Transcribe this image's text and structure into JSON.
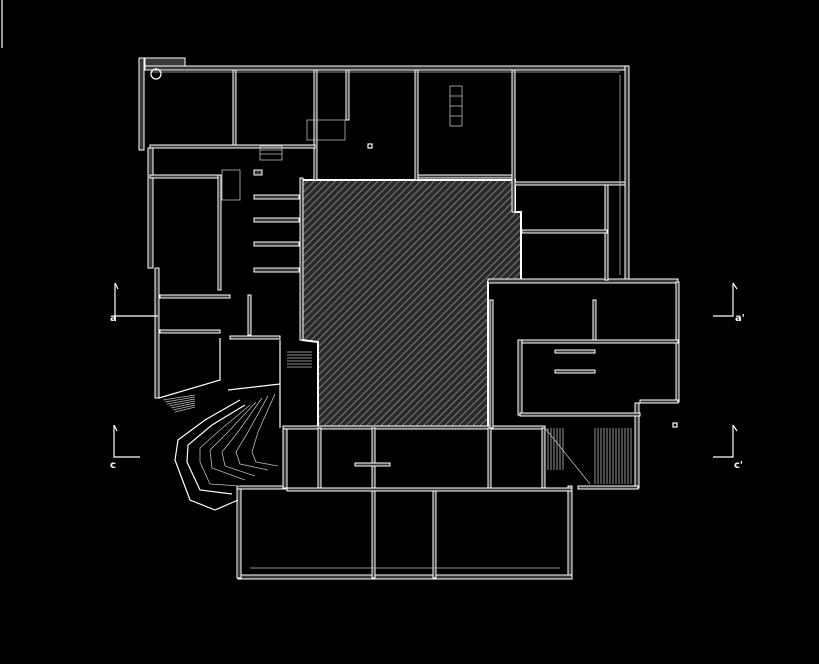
{
  "drawing": {
    "type": "floor-plan",
    "section_markers": [
      {
        "id": "a-left",
        "label": "a"
      },
      {
        "id": "a-right",
        "label": "a'"
      },
      {
        "id": "c-left",
        "label": "c"
      },
      {
        "id": "c-right",
        "label": "c'"
      }
    ],
    "colors": {
      "background": "#000000",
      "lines": "#ffffff",
      "hatch": "#9a9a9a"
    }
  }
}
